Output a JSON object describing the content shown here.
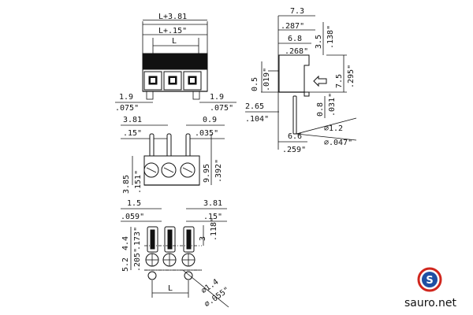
{
  "top_view": {
    "width_mm": "L+3.81",
    "width_in": "L+.15\"",
    "pitch": "L",
    "side_left_mm": "1.9",
    "side_left_in": ".075\"",
    "side_right_mm": "1.9",
    "side_right_in": ".075\""
  },
  "side_view": {
    "depth_mm": "7.3",
    "depth_in": ".287\"",
    "inner_mm": "6.8",
    "inner_in": ".268\"",
    "top_mm": "3.5",
    "top_in": ".138\"",
    "height_mm": "7.5",
    "height_in": ".295\"",
    "offset_mm": "0.5",
    "offset_in": ".019\"",
    "base_mm": "2.65",
    "base_in": ".104\"",
    "pin_gap_mm": "0.8",
    "pin_gap_in": ".031\"",
    "pin_dia_mm": "⌀1.2",
    "pin_dia_in": "⌀.047\"",
    "pin_len_mm": "6.6",
    "pin_len_in": ".259\""
  },
  "front_view": {
    "pitch_mm": "3.81",
    "pitch_in": ".15\"",
    "pin_mm": "0.9",
    "pin_in": ".035\"",
    "height_mm": "9.95",
    "height_in": ".392\"",
    "base_mm": "3.85",
    "base_in": ".151\""
  },
  "pcb_view": {
    "edge_mm": "1.5",
    "edge_in": ".059\"",
    "pitch_mm": "3.81",
    "pitch_in": ".15\"",
    "row_a_mm": "4.4",
    "row_a_in": ".173\"",
    "row_b_mm": "3",
    "row_b_in": ".118\"",
    "row_c_mm": "5.2",
    "row_c_in": ".205\"",
    "pitch": "L",
    "hole_mm": "⌀1.4",
    "hole_in": "⌀.055\""
  },
  "brand": {
    "text": "sauro.net",
    "logo_letter": "S",
    "accent": "#1e4fa3",
    "ring": "#d0261d"
  }
}
